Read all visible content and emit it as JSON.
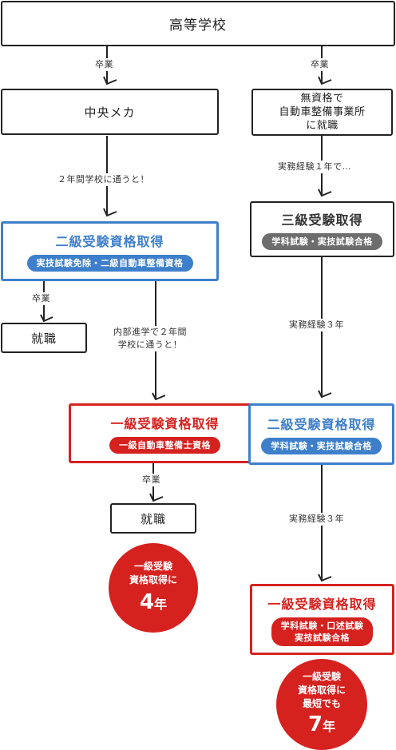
{
  "top": {
    "label": "高等学校"
  },
  "left": {
    "grad1": "卒業",
    "school": "中央メカ",
    "two_year": "２年間学校に通うと！",
    "level2": {
      "title": "二級受験資格取得",
      "pill": "実技試験免除・二級自動車整備資格"
    },
    "grad2": "卒業",
    "job1": "就職",
    "internal_1": "内部進学で２年間",
    "internal_2": "学校に通うと！",
    "level1": {
      "title": "一級受験資格取得",
      "pill": "一級自動車整備士資格"
    },
    "grad3": "卒業",
    "job2": "就職",
    "badge": {
      "line1": "一級受験",
      "line2": "資格取得に",
      "num": "4",
      "unit": "年"
    }
  },
  "right": {
    "grad1": "卒業",
    "job_lines": [
      "無資格で",
      "自動車整備事業所",
      "に就職"
    ],
    "exp1": "実務経験１年で…",
    "level3": {
      "title": "三級受験取得",
      "pill": "学科試験・実技試験合格"
    },
    "exp2": "実務経験３年",
    "level2": {
      "title": "二級受験資格取得",
      "pill": "学科試験・実技試験合格"
    },
    "exp3": "実務経験３年",
    "level1": {
      "title": "一級受験資格取得",
      "pill_1": "学科試験・口述試験",
      "pill_2": "実技試験合格"
    },
    "badge": {
      "line1": "一級受験",
      "line2": "資格取得に",
      "line3": "最短でも",
      "num": "7",
      "unit": "年"
    }
  },
  "colors": {
    "blue": "#3d7fcb",
    "red": "#d6221f",
    "gray": "#6d6d6d",
    "dark": "#222222"
  }
}
